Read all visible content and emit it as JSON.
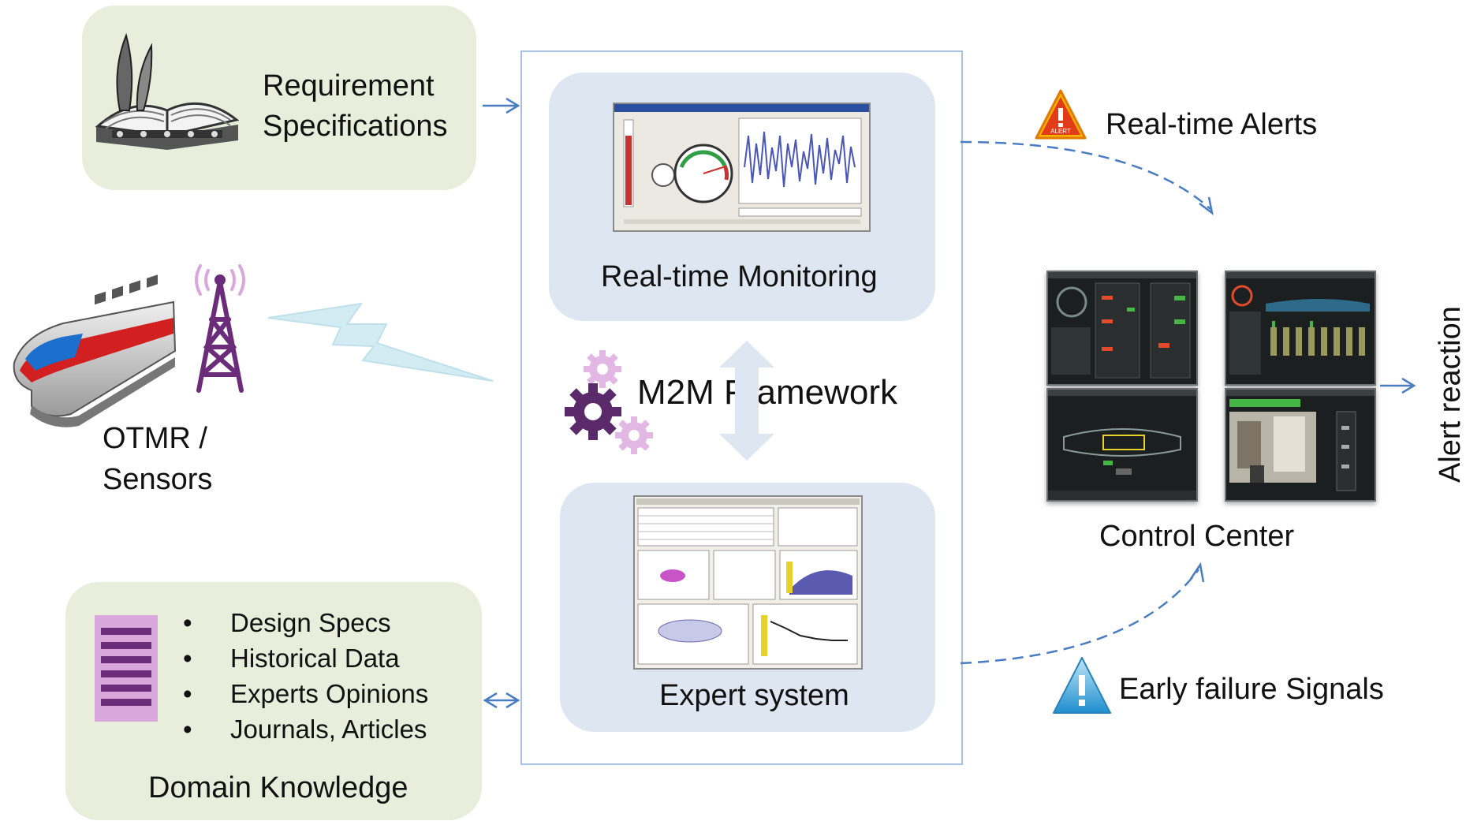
{
  "requirements": {
    "line1": "Requirement",
    "line2": "Specifications"
  },
  "sensors": {
    "line1": "OTMR /",
    "line2": "Sensors"
  },
  "knowledge": {
    "items": [
      "Design Specs",
      "Historical  Data",
      "Experts Opinions",
      "Journals, Articles"
    ],
    "title": "Domain Knowledge"
  },
  "framework": {
    "monitoring_label": "Real-time Monitoring",
    "title": "M2M Framework",
    "expert_label": "Expert system"
  },
  "alerts": {
    "realtime": "Real-time Alerts",
    "early": "Early failure Signals",
    "alert_badge_text": "ALERT"
  },
  "control_center": {
    "label": "Control Center"
  },
  "reaction": {
    "label": "Alert reaction"
  },
  "icons": {
    "book": "open-book-quill-icon",
    "train": "train-icon",
    "tower": "antenna-tower-icon",
    "signal": "wireless-bolt-icon",
    "document": "document-icon",
    "gears": "gears-icon",
    "warning": "warning-triangle-icon",
    "info": "info-triangle-icon"
  },
  "colors": {
    "green_box": "#e8eedb",
    "blue_panel": "#dde6f1",
    "frame_border": "#a9c1de",
    "arrow": "#4a7cc2",
    "purple": "#6b2d7a",
    "light_purple": "#d9a7dc"
  }
}
